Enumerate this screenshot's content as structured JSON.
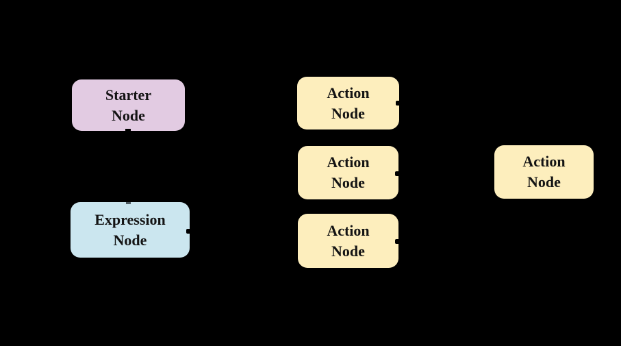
{
  "diagram": {
    "background_color": "#000000",
    "text_color": "#141414",
    "connector_color": "#000000",
    "nodes": {
      "starter": {
        "label": "Starter\nNode",
        "fill": "#e2cbe2",
        "type": "starter"
      },
      "expression": {
        "label": "Expression\nNode",
        "fill": "#cbe6ef",
        "type": "expression"
      },
      "action_1": {
        "label": "Action\nNode",
        "fill": "#fdeebd",
        "type": "action"
      },
      "action_2": {
        "label": "Action\nNode",
        "fill": "#fdeebd",
        "type": "action"
      },
      "action_3": {
        "label": "Action\nNode",
        "fill": "#fdeebd",
        "type": "action"
      },
      "action_right": {
        "label": "Action\nNode",
        "fill": "#fdeebd",
        "type": "action"
      }
    }
  }
}
